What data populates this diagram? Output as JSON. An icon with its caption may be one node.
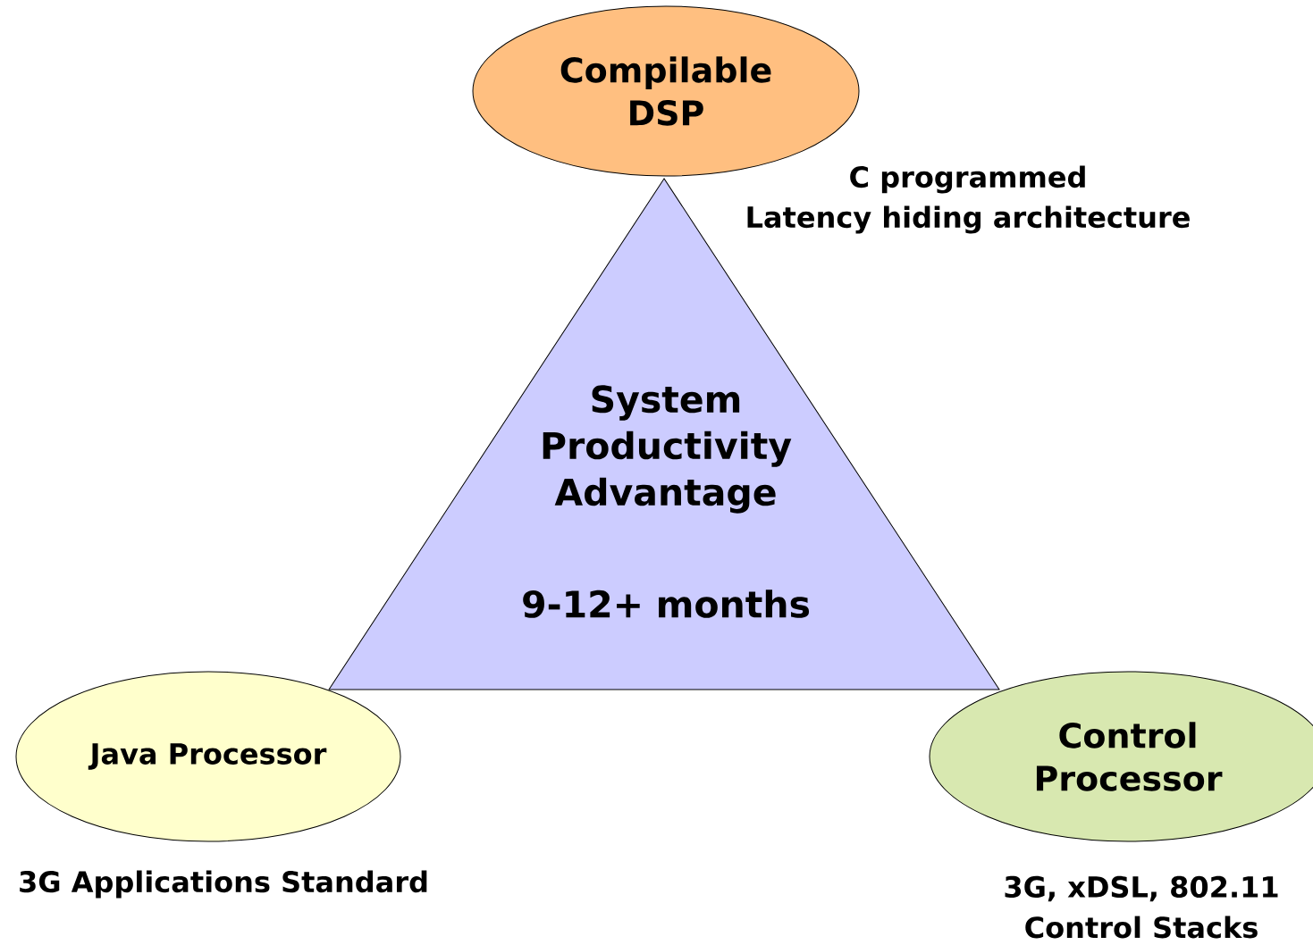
{
  "diagram": {
    "nodes": [
      {
        "text": [
          "Compilable DSP"
        ],
        "beside": [
          "C programmed",
          "Latency hiding architecture"
        ]
      },
      {
        "text": [
          "System Productivity Advantage",
          "9-12+ months"
        ]
      },
      {
        "text": [
          "Java Processor"
        ],
        "beside": [
          "3G Applications Standard"
        ]
      },
      {
        "text": [
          "Control Processor"
        ],
        "beside": [
          "3G, xDSL, 802.11",
          "Control Stacks"
        ]
      }
    ]
  }
}
